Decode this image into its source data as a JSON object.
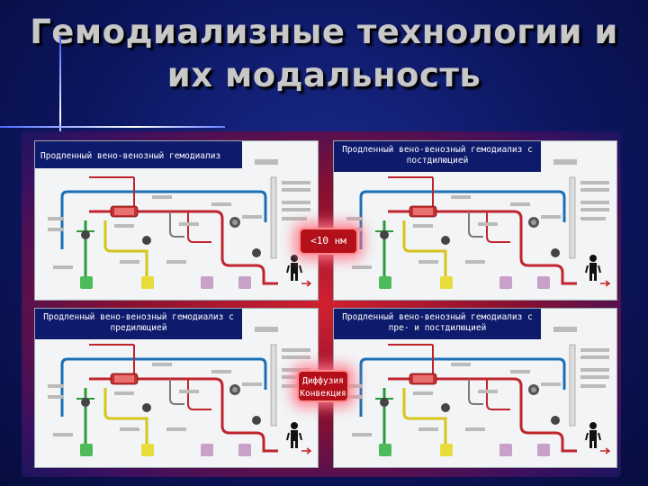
{
  "title": {
    "line1": "Гемодиализные технологии и",
    "line2": "их модальность"
  },
  "panels": [
    {
      "label": "Продленный вено-венозный гемодиализ"
    },
    {
      "label": "Продленный вено-венозный гемодиализ с постдилюцией"
    },
    {
      "label": "Продленный вено-венозный гемодиализ с предилюцией"
    },
    {
      "label": "Продленный вено-венозный гемодиализ с пре- и постдилюцией"
    }
  ],
  "badges": {
    "size": "<10 нм",
    "line1": "Диффузия",
    "line2": "Конвекция"
  },
  "colors": {
    "blue_line": "#1b6fb5",
    "red_line": "#c0242c",
    "green_line": "#2a9a3a",
    "yellow_line": "#d6c51a",
    "grey_line": "#7a7a7a",
    "badge": "#b4101c"
  }
}
